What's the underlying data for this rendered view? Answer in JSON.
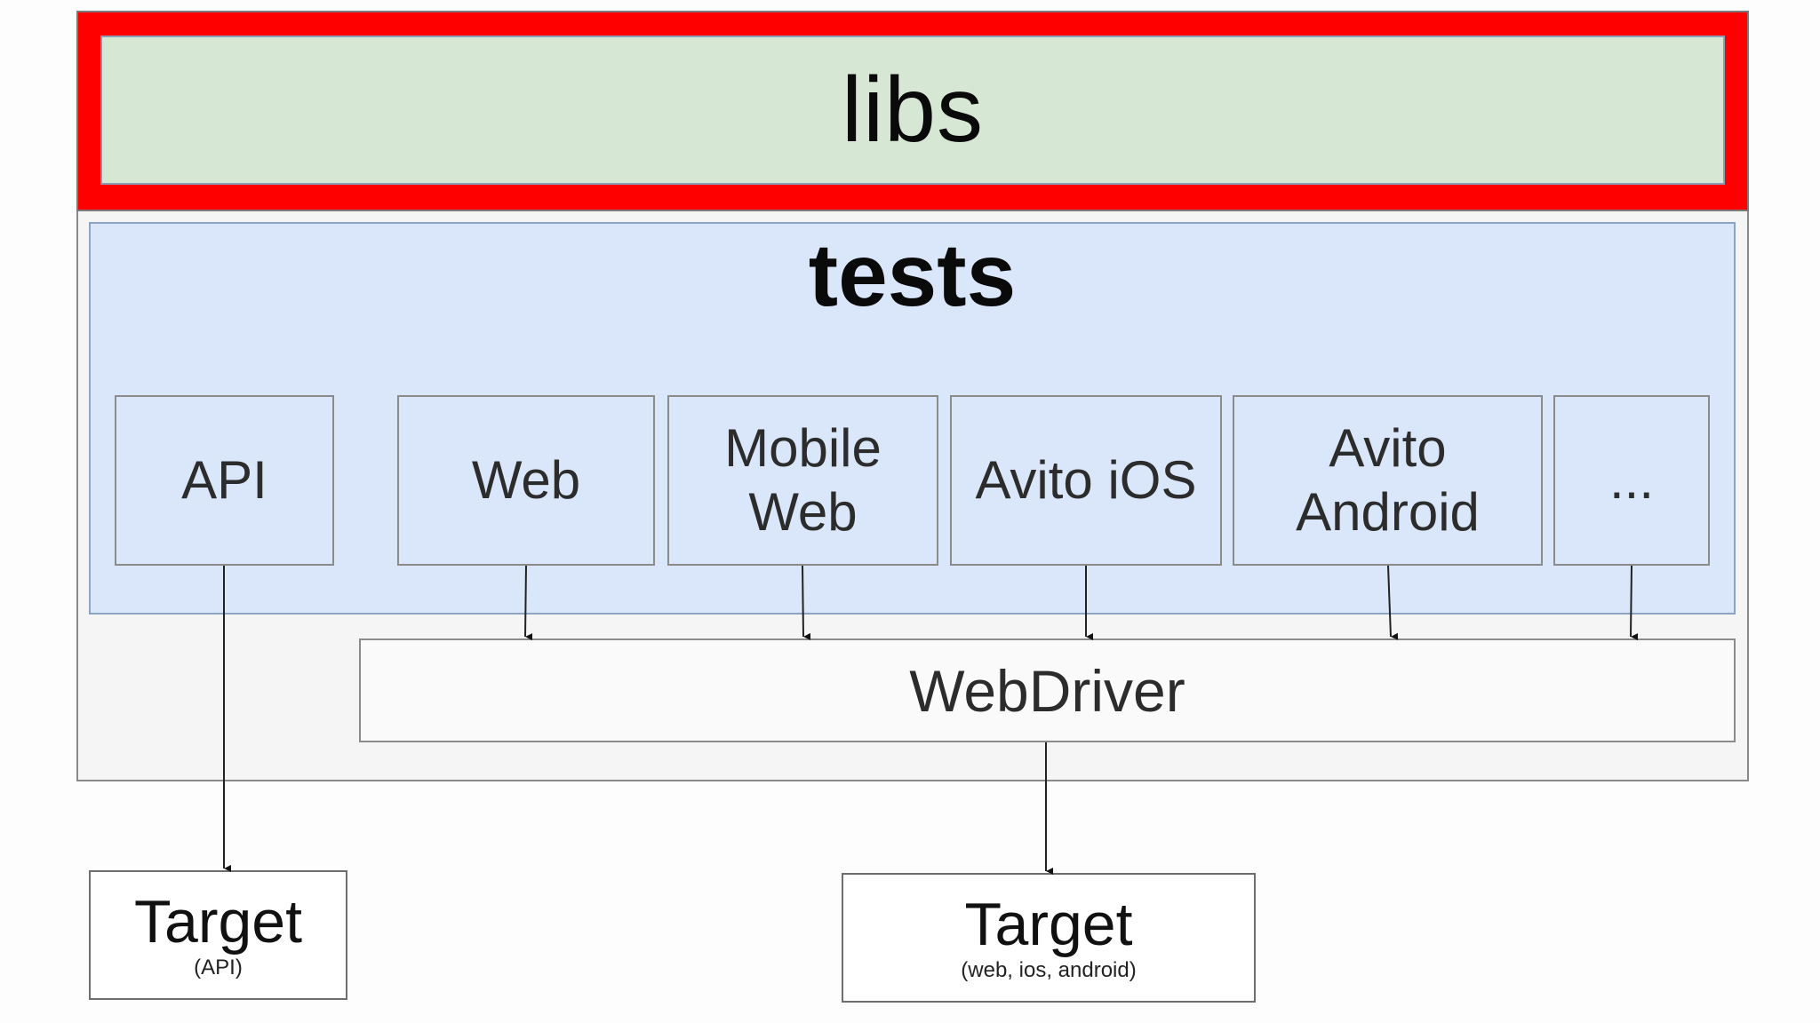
{
  "diagram": {
    "libs_label": "libs",
    "tests_label": "tests",
    "modules": [
      {
        "label": "API"
      },
      {
        "label": "Web"
      },
      {
        "label": "Mobile\nWeb"
      },
      {
        "label": "Avito iOS"
      },
      {
        "label": "Avito\nAndroid"
      },
      {
        "label": "..."
      }
    ],
    "webdriver_label": "WebDriver",
    "targets": [
      {
        "title": "Target",
        "subtitle": "(API)"
      },
      {
        "title": "Target",
        "subtitle": "(web, ios, android)"
      }
    ],
    "colors": {
      "libs_frame": "#ff0000",
      "libs_fill": "#d6e7d4",
      "tests_fill": "#dae7fb",
      "outer_fill": "#f6f5f5"
    }
  }
}
